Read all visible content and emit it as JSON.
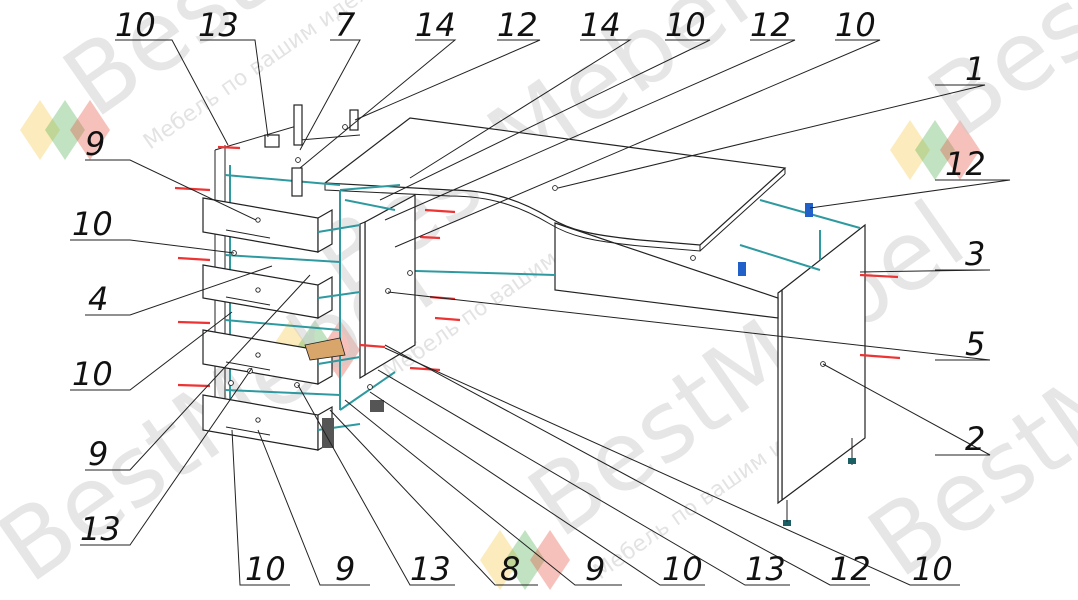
{
  "watermark": {
    "brand": "BestMebel",
    "tagline": "Мебель по вашим идеям",
    "logo_colors": [
      "#f5c542",
      "#4caf50",
      "#e94e3c"
    ]
  },
  "callouts": [
    {
      "id": "c1",
      "label": "10"
    },
    {
      "id": "c2",
      "label": "13"
    },
    {
      "id": "c3",
      "label": "7"
    },
    {
      "id": "c4",
      "label": "14"
    },
    {
      "id": "c5",
      "label": "12"
    },
    {
      "id": "c6",
      "label": "14"
    },
    {
      "id": "c7",
      "label": "10"
    },
    {
      "id": "c8",
      "label": "12"
    },
    {
      "id": "c9",
      "label": "10"
    },
    {
      "id": "c10",
      "label": "1"
    },
    {
      "id": "c11",
      "label": "9"
    },
    {
      "id": "c12",
      "label": "12"
    },
    {
      "id": "c13",
      "label": "10"
    },
    {
      "id": "c14",
      "label": "3"
    },
    {
      "id": "c15",
      "label": "4"
    },
    {
      "id": "c16",
      "label": "5"
    },
    {
      "id": "c17",
      "label": "10"
    },
    {
      "id": "c18",
      "label": "2"
    },
    {
      "id": "c19",
      "label": "9"
    },
    {
      "id": "c20",
      "label": "13"
    },
    {
      "id": "c21",
      "label": "10"
    },
    {
      "id": "c22",
      "label": "9"
    },
    {
      "id": "c23",
      "label": "13"
    },
    {
      "id": "c24",
      "label": "8"
    },
    {
      "id": "c25",
      "label": "9"
    },
    {
      "id": "c26",
      "label": "10"
    },
    {
      "id": "c27",
      "label": "13"
    },
    {
      "id": "c28",
      "label": "12"
    },
    {
      "id": "c29",
      "label": "10"
    }
  ]
}
